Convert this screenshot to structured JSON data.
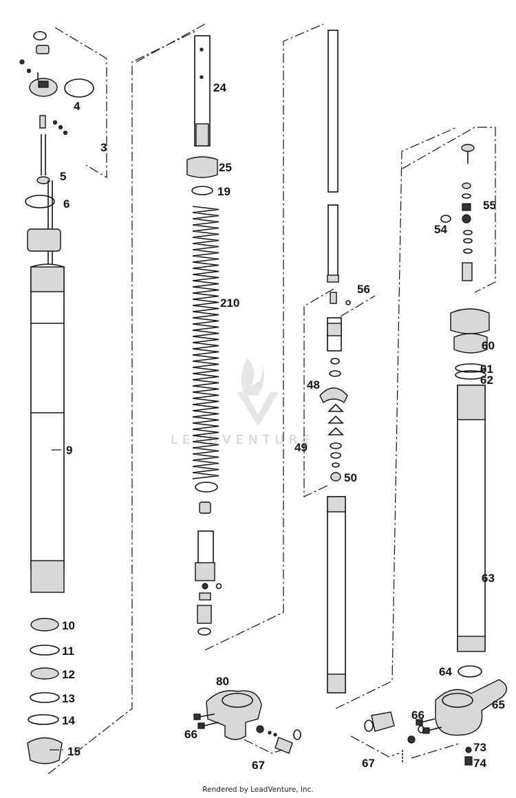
{
  "callouts": {
    "c3": "3",
    "c4": "4",
    "c5": "5",
    "c6": "6",
    "c9": "9",
    "c10": "10",
    "c11": "11",
    "c12": "12",
    "c13": "13",
    "c14": "14",
    "c15": "15",
    "c24": "24",
    "c25": "25",
    "c19": "19",
    "c210": "210",
    "c56": "56",
    "c48": "48",
    "c49": "49",
    "c50": "50",
    "c55": "55",
    "c54": "54",
    "c60": "60",
    "c61": "61",
    "c62": "62",
    "c63": "63",
    "c64": "64",
    "c65": "65",
    "c66a": "66",
    "c66b": "66",
    "c67a": "67",
    "c67b": "67",
    "c73": "73",
    "c74": "74",
    "c80": "80"
  },
  "watermark": "LEADVENTURE",
  "footer": "Rendered by LeadVenture, Inc."
}
